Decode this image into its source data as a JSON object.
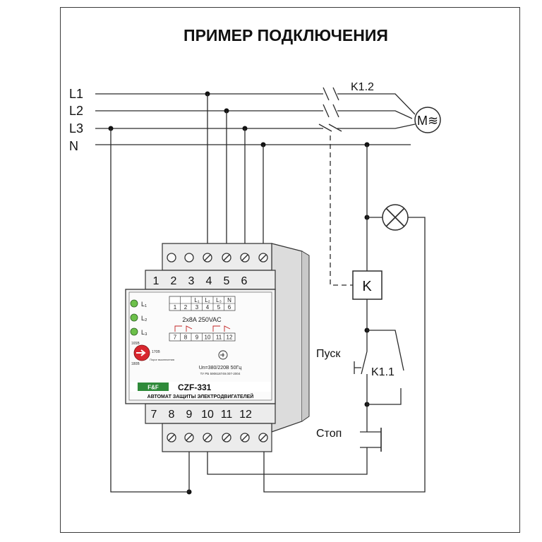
{
  "title": "ПРИМЕР ПОДКЛЮЧЕНИЯ",
  "lines": {
    "l1": "L1",
    "l2": "L2",
    "l3": "L3",
    "n": "N"
  },
  "contactor_main": "K1.2",
  "motor": "M≋",
  "coil": "K",
  "start_label": "Пуск",
  "self_hold": "K1.1",
  "stop_label": "Стоп",
  "device": {
    "top_terminals": [
      "1",
      "2",
      "3",
      "4",
      "5",
      "6"
    ],
    "bottom_terminals": [
      "7",
      "8",
      "9",
      "10",
      "11",
      "12"
    ],
    "leds": [
      "L₁",
      "L₂",
      "L₃"
    ],
    "table_top": [
      "",
      "",
      "L₁",
      "L₂",
      "L₃",
      "N"
    ],
    "table_numbers_top": [
      "1",
      "2",
      "3",
      "4",
      "5",
      "6"
    ],
    "table_numbers_bottom": [
      "7",
      "8",
      "9",
      "10",
      "11",
      "12"
    ],
    "contact_rating": "2x8A 250VAC",
    "dial_top": "165В",
    "dial_bottom": "180В",
    "dial_right": "170В",
    "dial_caption": "Порог выключения",
    "voltage": "Un=380/220В 50Гц",
    "spec": "ТУ РБ 590618749.007-2004",
    "brand": "F&F",
    "model": "CZF-331",
    "subtitle": "АВТОМАТ ЗАЩИТЫ ЭЛЕКТРОДВИГАТЕЛЕЙ"
  },
  "colors": {
    "led": "#6cc04a",
    "brand_band": "#2f8a3a",
    "dial": "#d8262e"
  }
}
